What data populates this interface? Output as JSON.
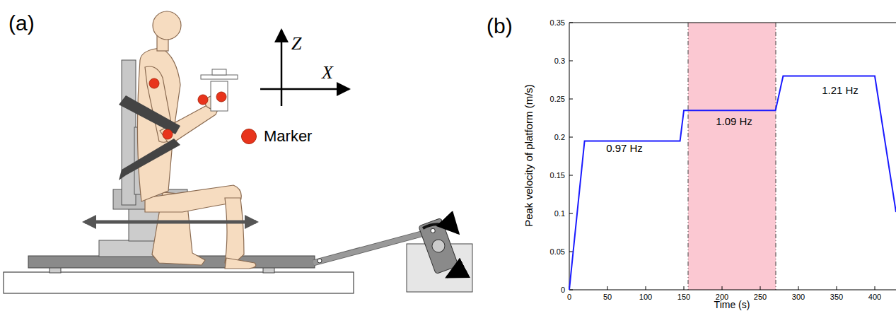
{
  "diagram": {
    "labels": [
      "(a)",
      "Z",
      "X",
      "(b)",
      "0.97 Hz",
      "1.09 Hz",
      "1.21 Hz",
      "Peak velocity of platform (m/s)",
      "Time (s)",
      "0",
      "0.05",
      "0.1",
      "0.15",
      "0.2",
      "0.25",
      "0.3",
      "0.35",
      "0",
      "50",
      "100",
      "150",
      "200",
      "250",
      "300",
      "350",
      "400"
    ],
    "legend": [
      {
        "text": "Marker",
        "color": "#e8341c"
      }
    ]
  }
}
